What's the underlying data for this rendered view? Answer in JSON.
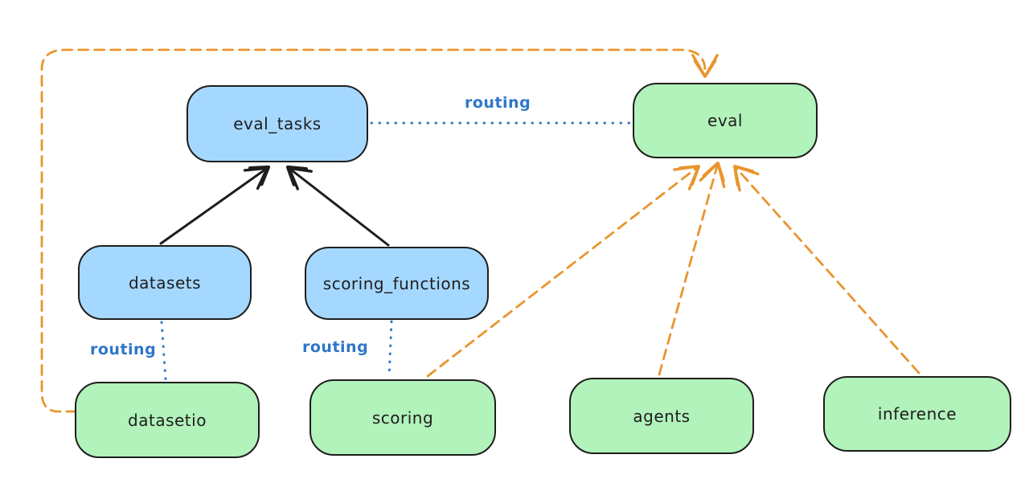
{
  "diagram": {
    "nodes": {
      "eval_tasks": {
        "label": "eval_tasks",
        "fill": "#a5d8ff"
      },
      "eval": {
        "label": "eval",
        "fill": "#b2f2bb"
      },
      "datasets": {
        "label": "datasets",
        "fill": "#a5d8ff"
      },
      "scoring_functions": {
        "label": "scoring_functions",
        "fill": "#a5d8ff"
      },
      "datasetio": {
        "label": "datasetio",
        "fill": "#b2f2bb"
      },
      "scoring": {
        "label": "scoring",
        "fill": "#b2f2bb"
      },
      "agents": {
        "label": "agents",
        "fill": "#b2f2bb"
      },
      "inference": {
        "label": "inference",
        "fill": "#b2f2bb"
      }
    },
    "edges": [
      {
        "from": "datasets",
        "to": "eval_tasks",
        "style": "solid",
        "arrow": true,
        "color": "#1e1e1e"
      },
      {
        "from": "scoring_functions",
        "to": "eval_tasks",
        "style": "solid",
        "arrow": true,
        "color": "#1e1e1e"
      },
      {
        "from": "eval_tasks",
        "to": "eval",
        "style": "dotted",
        "arrow": false,
        "color": "#2e76c8",
        "label": "routing"
      },
      {
        "from": "datasets",
        "to": "datasetio",
        "style": "dotted",
        "arrow": false,
        "color": "#2e76c8",
        "label": "routing"
      },
      {
        "from": "scoring_functions",
        "to": "scoring",
        "style": "dotted",
        "arrow": false,
        "color": "#2e76c8",
        "label": "routing"
      },
      {
        "from": "datasetio",
        "to": "eval",
        "style": "dashed",
        "arrow": true,
        "color": "#e8952e"
      },
      {
        "from": "scoring",
        "to": "eval",
        "style": "dashed",
        "arrow": true,
        "color": "#e8952e"
      },
      {
        "from": "agents",
        "to": "eval",
        "style": "dashed",
        "arrow": true,
        "color": "#e8952e"
      },
      {
        "from": "inference",
        "to": "eval",
        "style": "dashed",
        "arrow": true,
        "color": "#e8952e"
      }
    ],
    "colors": {
      "blue_fill": "#a5d8ff",
      "green_fill": "#b2f2bb",
      "stroke": "#1e1e1e",
      "orange": "#e8952e",
      "routing_blue": "#2e76c8",
      "background": "#ffffff"
    }
  }
}
